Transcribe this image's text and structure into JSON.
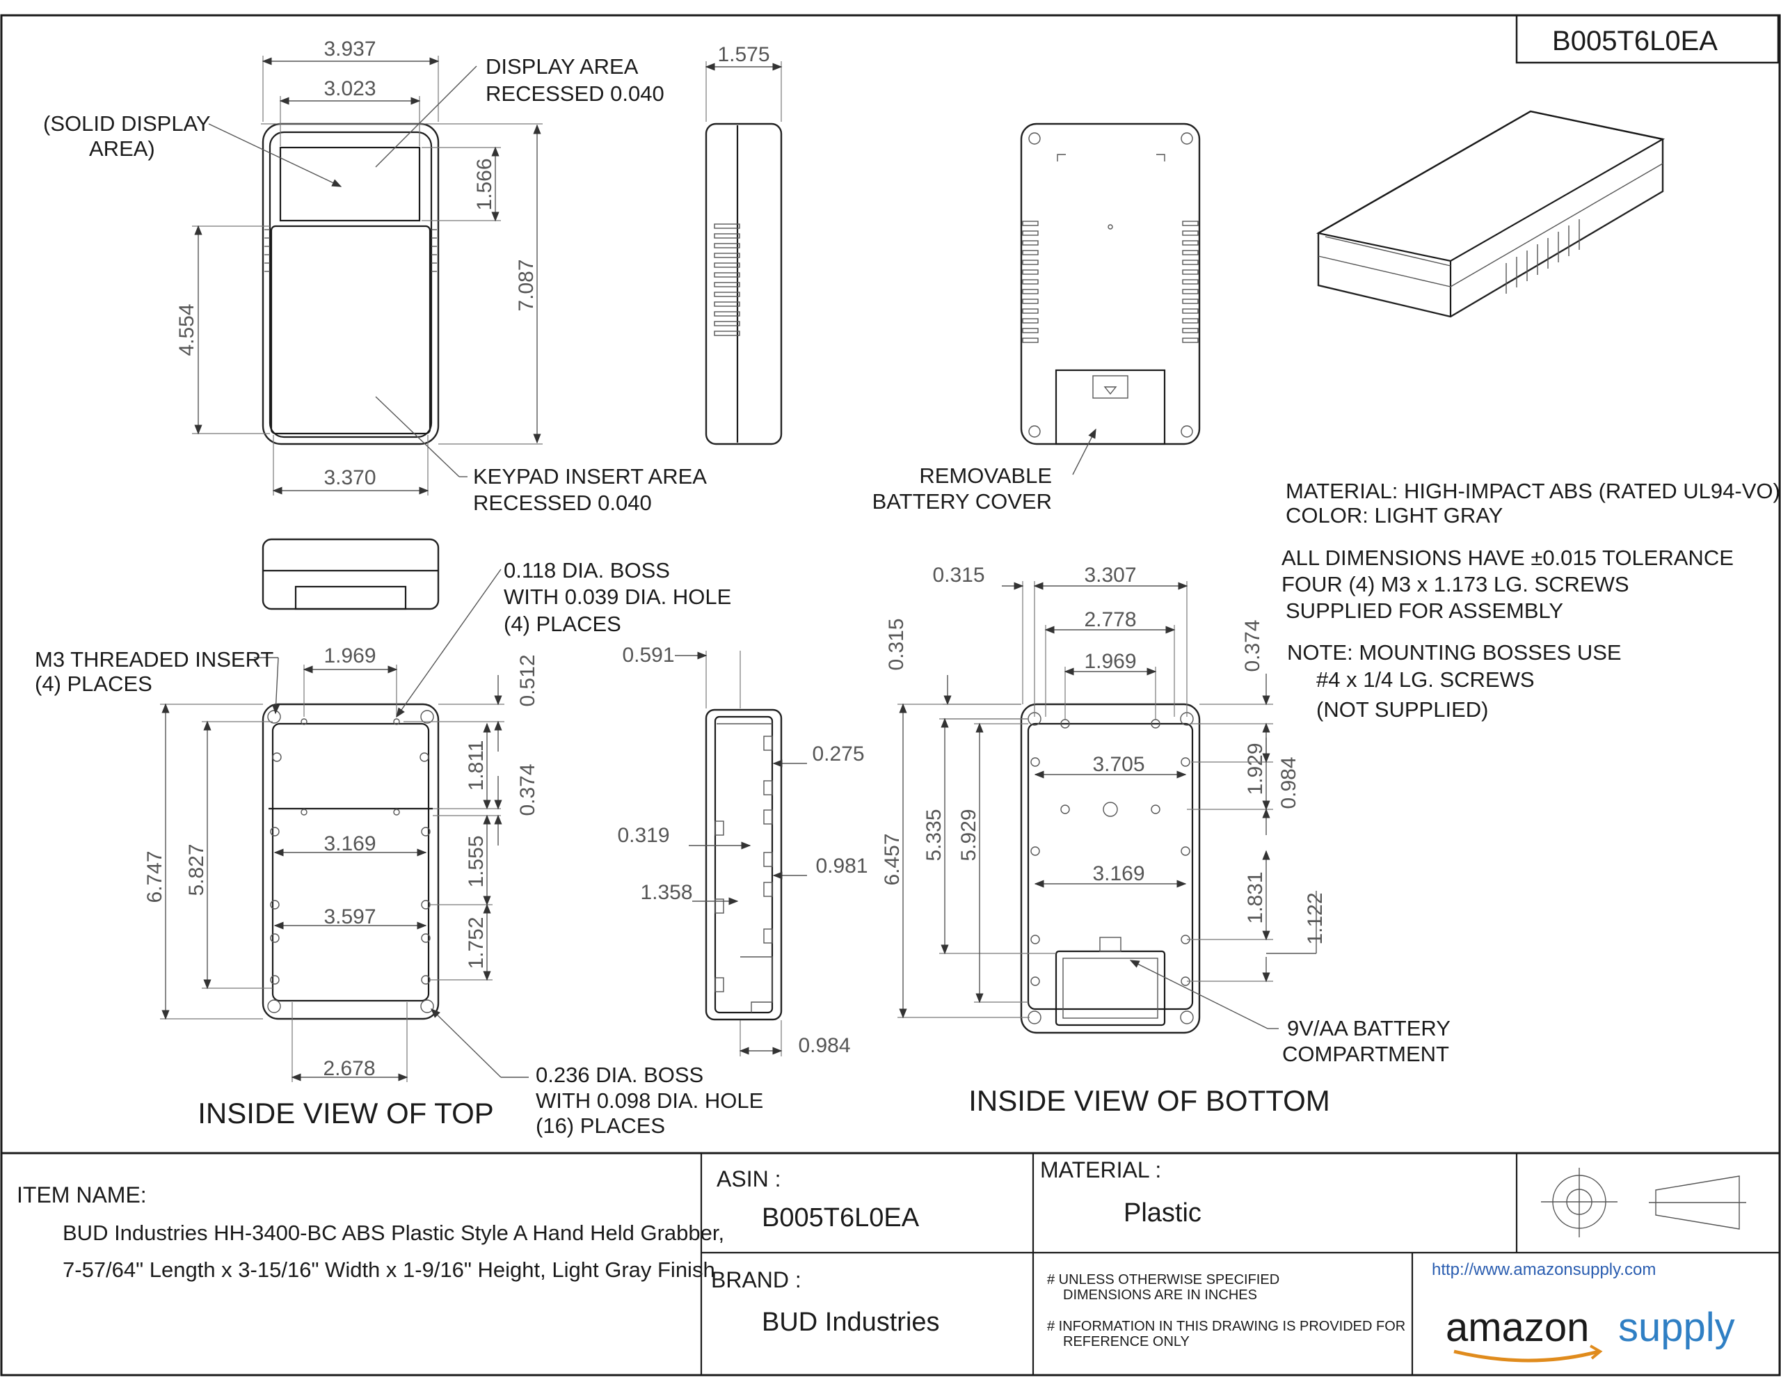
{
  "part_number": "B005T6L0EA",
  "dimensions": {
    "top_width": "3.937",
    "display_width": "3.023",
    "side_depth": "1.575",
    "display_height": "1.566",
    "keypad_height": "4.554",
    "overall_length": "7.087",
    "keypad_width": "3.370",
    "insert_spacing": "1.969",
    "boss_offset_a": "0.512",
    "rib_a": "1.811",
    "rib_b": "0.374",
    "rib_c": "1.555",
    "rib_d": "1.752",
    "inner_a": "3.169",
    "inner_b": "3.597",
    "boss_span_top": "2.678",
    "top_len_a": "6.747",
    "top_len_b": "5.827",
    "sec_w": "0.591",
    "sec_a": "0.275",
    "sec_b": "0.319",
    "sec_c": "0.981",
    "sec_d": "1.358",
    "sec_e": "0.984",
    "bot_edge": "0.315",
    "bot_w1": "3.307",
    "bot_w2": "2.778",
    "bot_w3": "1.969",
    "bot_top_edge": "0.315",
    "bot_right_edge": "0.374",
    "bot_w4": "3.705",
    "bot_w5": "3.169",
    "bot_len_a": "6.457",
    "bot_len_b": "5.335",
    "bot_len_c": "5.929",
    "bot_r1": "1.929",
    "bot_r2": "0.984",
    "bot_r3": "1.831",
    "bot_r4": "1.122"
  },
  "callouts": {
    "display_area": [
      "DISPLAY AREA",
      "RECESSED 0.040"
    ],
    "solid_display": [
      "(SOLID DISPLAY",
      "AREA)"
    ],
    "keypad_area": [
      "KEYPAD INSERT AREA",
      "RECESSED 0.040"
    ],
    "battery_cover": [
      "REMOVABLE",
      "BATTERY COVER"
    ],
    "small_boss": [
      "0.118 DIA. BOSS",
      "WITH 0.039 DIA. HOLE",
      "(4) PLACES"
    ],
    "threaded_insert": [
      "M3 THREADED INSERT",
      "(4) PLACES"
    ],
    "large_boss": [
      "0.236 DIA. BOSS",
      "WITH 0.098 DIA. HOLE",
      "(16) PLACES"
    ],
    "battery_compartment": [
      "9V/AA BATTERY",
      "COMPARTMENT"
    ]
  },
  "notes": [
    "MATERIAL: HIGH-IMPACT ABS (RATED UL94-VO)",
    "COLOR: LIGHT GRAY",
    "ALL DIMENSIONS HAVE ±0.015 TOLERANCE",
    "FOUR (4) M3 x 1.173 LG. SCREWS",
    " SUPPLIED FOR ASSEMBLY",
    "NOTE: MOUNTING BOSSES USE",
    "#4 x 1/4 LG. SCREWS",
    "(NOT SUPPLIED)"
  ],
  "view_titles": {
    "top": "INSIDE VIEW OF TOP",
    "bottom": "INSIDE VIEW OF BOTTOM"
  },
  "title_block": {
    "item_name_label": "ITEM NAME:",
    "item_name_line1": "BUD Industries HH-3400-BC ABS Plastic Style A Hand Held Grabber,",
    "item_name_line2": "7-57/64\" Length x 3-15/16\" Width x 1-9/16\" Height, Light Gray Finish",
    "asin_label": "ASIN :",
    "asin_value": "B005T6L0EA",
    "material_label": "MATERIAL :",
    "material_value": "Plastic",
    "brand_label": "BRAND :",
    "brand_value": "BUD Industries",
    "note_units_1": "# UNLESS OTHERWISE SPECIFIED",
    "note_units_2": "DIMENSIONS ARE IN INCHES",
    "note_ref_1": "# INFORMATION IN THIS DRAWING IS PROVIDED FOR",
    "note_ref_2": "REFERENCE ONLY",
    "url": "http://www.amazonsupply.com",
    "logo_word1": "amazon",
    "logo_word2": "supply"
  },
  "colors": {
    "line": "#1a1a1a",
    "dimension": "#555555",
    "url": "#2a5db0",
    "logo_supply": "#2f7fc4"
  }
}
